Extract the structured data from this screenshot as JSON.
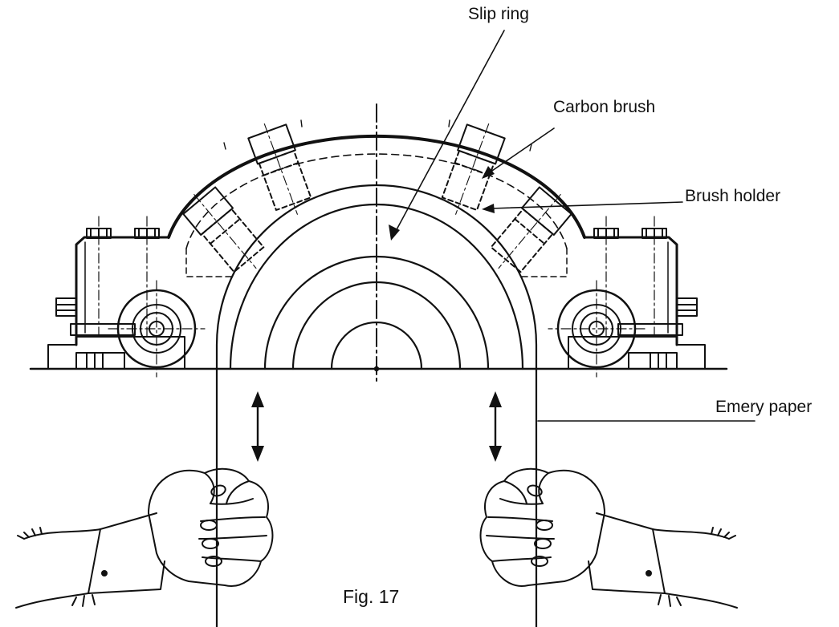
{
  "labels": {
    "slip_ring": "Slip ring",
    "carbon_brush": "Carbon brush",
    "brush_holder": "Brush holder",
    "emery_paper": "Emery paper",
    "figure_caption": "Fig. 17"
  },
  "colors": {
    "line": "#111111",
    "background": "#ffffff"
  }
}
